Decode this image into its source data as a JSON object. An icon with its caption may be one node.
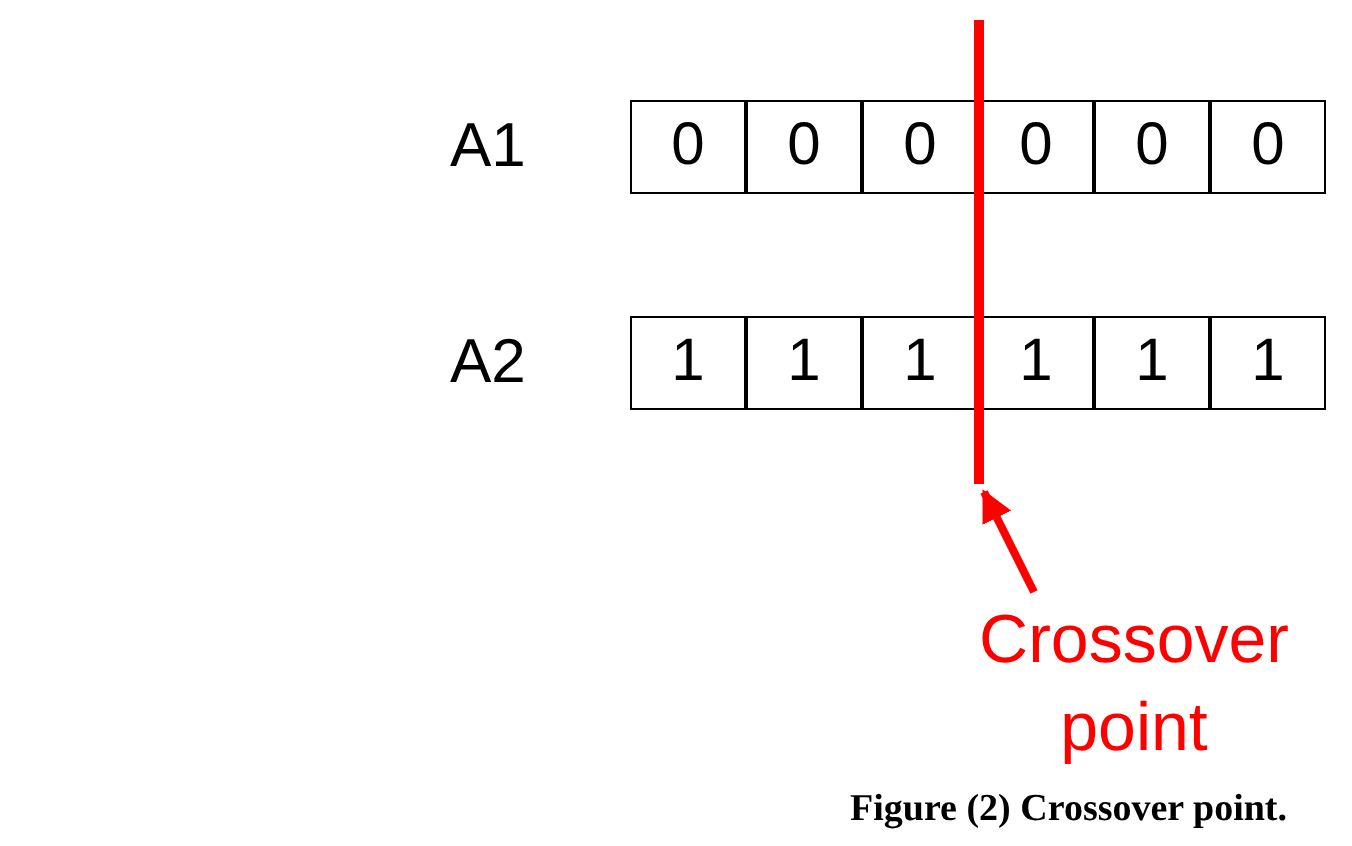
{
  "diagram": {
    "caption": "Figure (2) Crossover point.",
    "nodes": [
      {
        "text": [
          "Crossover point"
        ]
      },
      {
        "text": [],
        "shape": "bar"
      }
    ],
    "edges": [
      {
        "from": 0,
        "to": 1,
        "arrow": "to"
      }
    ],
    "labels": [
      "A1",
      "0",
      "0",
      "0",
      "0",
      "0",
      "0",
      "A2",
      "1",
      "1",
      "1",
      "1",
      "1",
      "1"
    ]
  }
}
